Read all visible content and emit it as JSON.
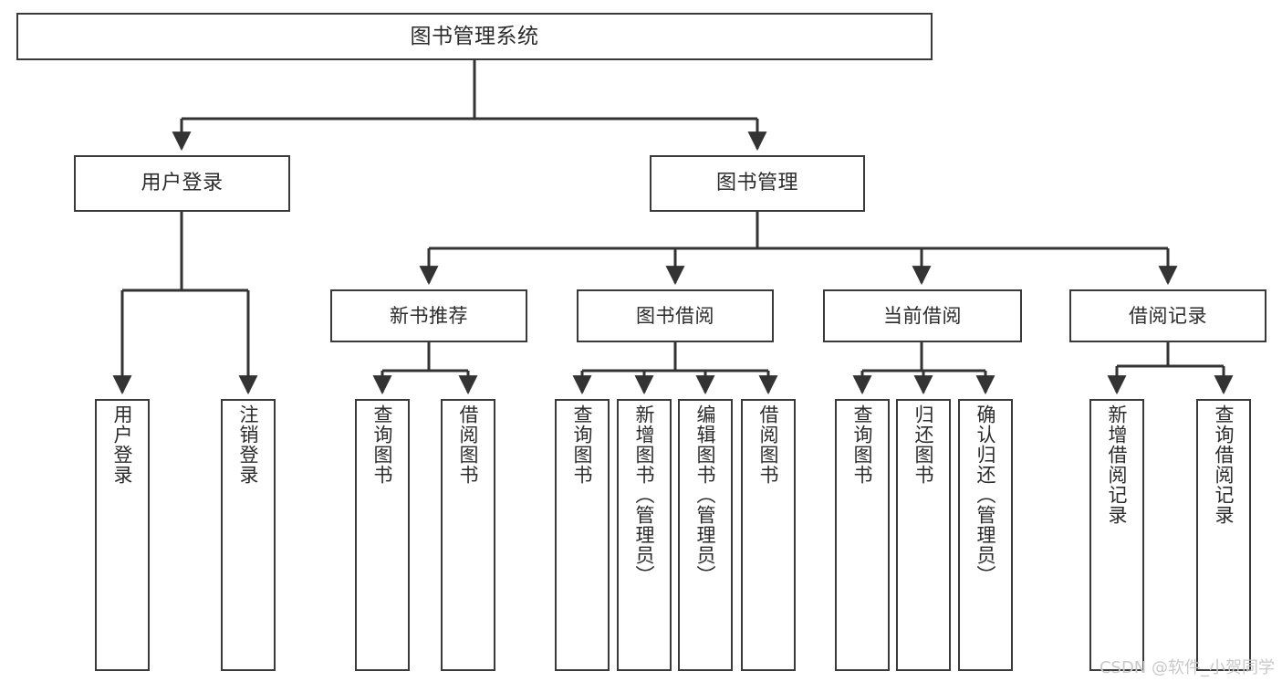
{
  "diagram": {
    "title": "图书管理系统",
    "type": "hierarchy-tree",
    "colors": {
      "border": "#3a3a3a",
      "background": "#ffffff",
      "text": "#2b2b2b",
      "watermark": "#c9c9c9"
    },
    "root": {
      "label": "图书管理系统"
    },
    "level1": [
      {
        "label": "用户登录"
      },
      {
        "label": "图书管理"
      }
    ],
    "level2": [
      {
        "label": "新书推荐"
      },
      {
        "label": "图书借阅"
      },
      {
        "label": "当前借阅"
      },
      {
        "label": "借阅记录"
      }
    ],
    "leaves": {
      "user_login": [
        {
          "label": "用户登录"
        },
        {
          "label": "注销登录"
        }
      ],
      "new_book_recommend": [
        {
          "label": "查询图书"
        },
        {
          "label": "借阅图书"
        }
      ],
      "book_borrow": [
        {
          "label": "查询图书"
        },
        {
          "label": "新增图书（管理员）"
        },
        {
          "label": "编辑图书（管理员）"
        },
        {
          "label": "借阅图书"
        }
      ],
      "current_borrow": [
        {
          "label": "查询图书"
        },
        {
          "label": "归还图书"
        },
        {
          "label": "确认归还（管理员）"
        }
      ],
      "borrow_record": [
        {
          "label": "新增借阅记录"
        },
        {
          "label": "查询借阅记录"
        }
      ]
    },
    "watermark": "CSDN @软件_小贺同学"
  }
}
